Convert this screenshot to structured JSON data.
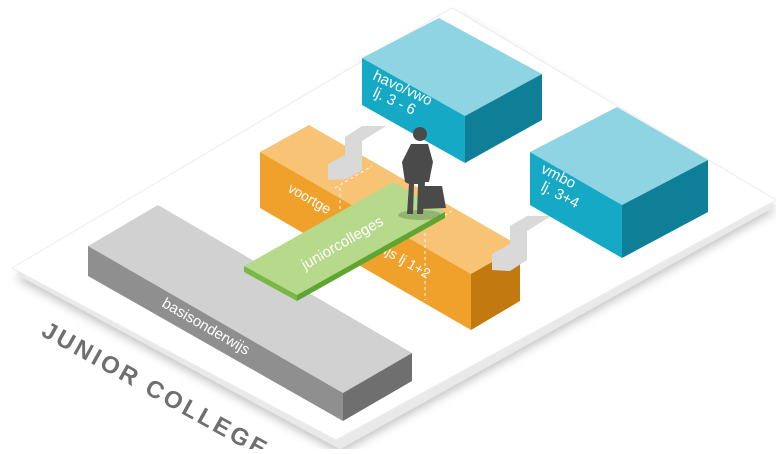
{
  "diagram": {
    "title": "JUNIOR COLLEGE",
    "blocks": {
      "basis": {
        "label": "basisonderwijs"
      },
      "voortgezet": {
        "label_left": "voortge",
        "label_right": "rwijs lj 1+2"
      },
      "junior": {
        "label": "juniorcolleges"
      },
      "havo": {
        "line1": "havo/vwo",
        "line2": "lj. 3 - 6"
      },
      "vmbo": {
        "line1": "vmbo",
        "line2": "lj. 3+4"
      }
    }
  },
  "colors": {
    "platform": "#ffffff",
    "platform_shadow": "#e9e9e9",
    "title_text": "#6f6f6f",
    "gray_top": "#d1d1d1",
    "gray_front": "#8f8f8f",
    "gray_side": "#6f6f6f",
    "orange_top": "#f8c374",
    "orange_front": "#efa12c",
    "orange_side": "#c27a10",
    "blue_top": "#8fd4e2",
    "blue_front": "#16a9c6",
    "blue_side": "#0f7f98",
    "green_top": "#b7d98c",
    "green_side": "#5fa532",
    "arrow": "#d9d9d9",
    "person": "#4a4a4a"
  }
}
